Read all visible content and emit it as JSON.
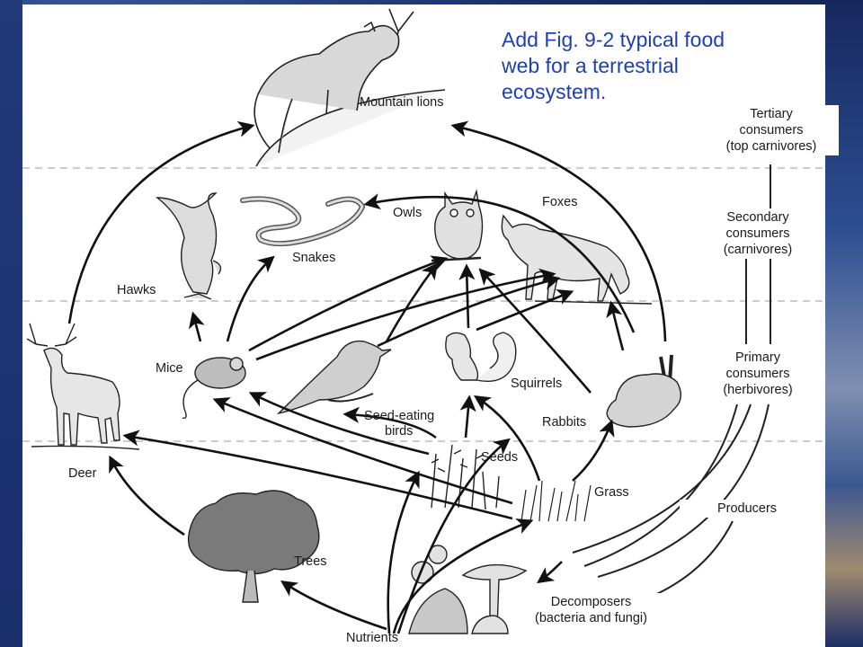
{
  "caption": {
    "line1": "Add Fig. 9-2 typical food",
    "line2": "web for a terrestrial",
    "line3": "ecosystem."
  },
  "organisms": {
    "mountain_lions": "Mountain lions",
    "hawks": "Hawks",
    "snakes": "Snakes",
    "owls": "Owls",
    "foxes": "Foxes",
    "deer": "Deer",
    "mice": "Mice",
    "seed_eating_birds_1": "Seed-eating",
    "seed_eating_birds_2": "birds",
    "squirrels": "Squirrels",
    "rabbits": "Rabbits",
    "seeds": "Seeds",
    "grass": "Grass",
    "trees": "Trees",
    "nutrients": "Nutrients"
  },
  "levels": {
    "tertiary": [
      "Tertiary",
      "consumers",
      "(top carnivores)"
    ],
    "secondary": [
      "Secondary",
      "consumers",
      "(carnivores)"
    ],
    "primary": [
      "Primary",
      "consumers",
      "(herbivores)"
    ],
    "producers": [
      "Producers"
    ],
    "decomposers": [
      "Decomposers",
      "(bacteria and fungi)"
    ]
  },
  "colors": {
    "caption": "#1f3fb4",
    "arrow": "#111111",
    "divider": "#9a9a9a"
  }
}
